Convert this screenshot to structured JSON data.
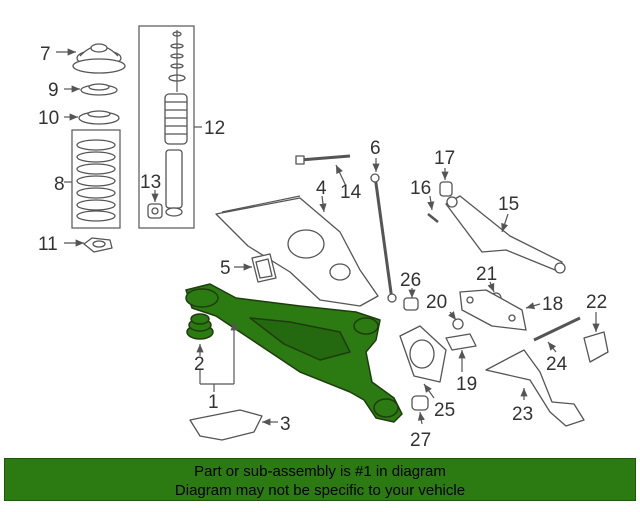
{
  "diagram": {
    "callouts": [
      {
        "id": "c1",
        "label": "1"
      },
      {
        "id": "c2",
        "label": "2"
      },
      {
        "id": "c3",
        "label": "3"
      },
      {
        "id": "c4",
        "label": "4"
      },
      {
        "id": "c5",
        "label": "5"
      },
      {
        "id": "c6",
        "label": "6"
      },
      {
        "id": "c7",
        "label": "7"
      },
      {
        "id": "c8",
        "label": "8"
      },
      {
        "id": "c9",
        "label": "9"
      },
      {
        "id": "c10",
        "label": "10"
      },
      {
        "id": "c11",
        "label": "11"
      },
      {
        "id": "c12",
        "label": "12"
      },
      {
        "id": "c13",
        "label": "13"
      },
      {
        "id": "c14",
        "label": "14"
      },
      {
        "id": "c15",
        "label": "15"
      },
      {
        "id": "c16",
        "label": "16"
      },
      {
        "id": "c17",
        "label": "17"
      },
      {
        "id": "c18",
        "label": "18"
      },
      {
        "id": "c19",
        "label": "19"
      },
      {
        "id": "c20",
        "label": "20"
      },
      {
        "id": "c21",
        "label": "21"
      },
      {
        "id": "c22",
        "label": "22"
      },
      {
        "id": "c23",
        "label": "23"
      },
      {
        "id": "c24",
        "label": "24"
      },
      {
        "id": "c25",
        "label": "25"
      },
      {
        "id": "c26",
        "label": "26"
      },
      {
        "id": "c27",
        "label": "27"
      }
    ],
    "highlight_color": "#2b7a12"
  },
  "banner": {
    "line1": "Part or sub-assembly is #1 in diagram",
    "line2": "Diagram may not be specific to your vehicle"
  }
}
